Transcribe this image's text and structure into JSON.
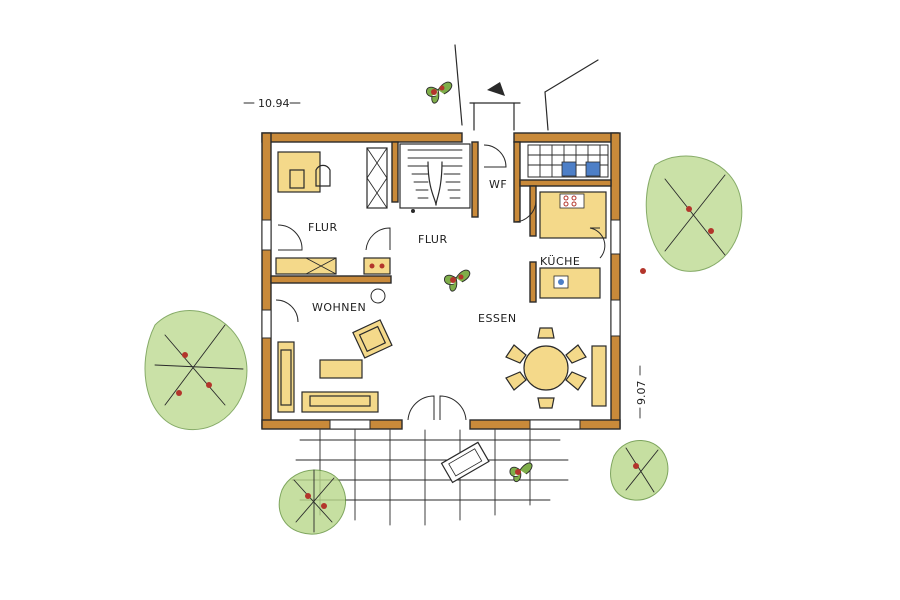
{
  "rooms": {
    "flur_left": "FLUR",
    "flur_center": "FLUR",
    "wc": "WF",
    "kueche": "KÜCHE",
    "wohnen": "WOHNEN",
    "essen": "ESSEN"
  },
  "dimensions": {
    "width": "10.94",
    "depth": "9.07"
  },
  "colors": {
    "wall": "#c98a3a",
    "furniture": "#f4d98a",
    "plant_green": "#7fae4a",
    "plant_red": "#b3352b",
    "tiles_blue": "#4d7fc7"
  }
}
